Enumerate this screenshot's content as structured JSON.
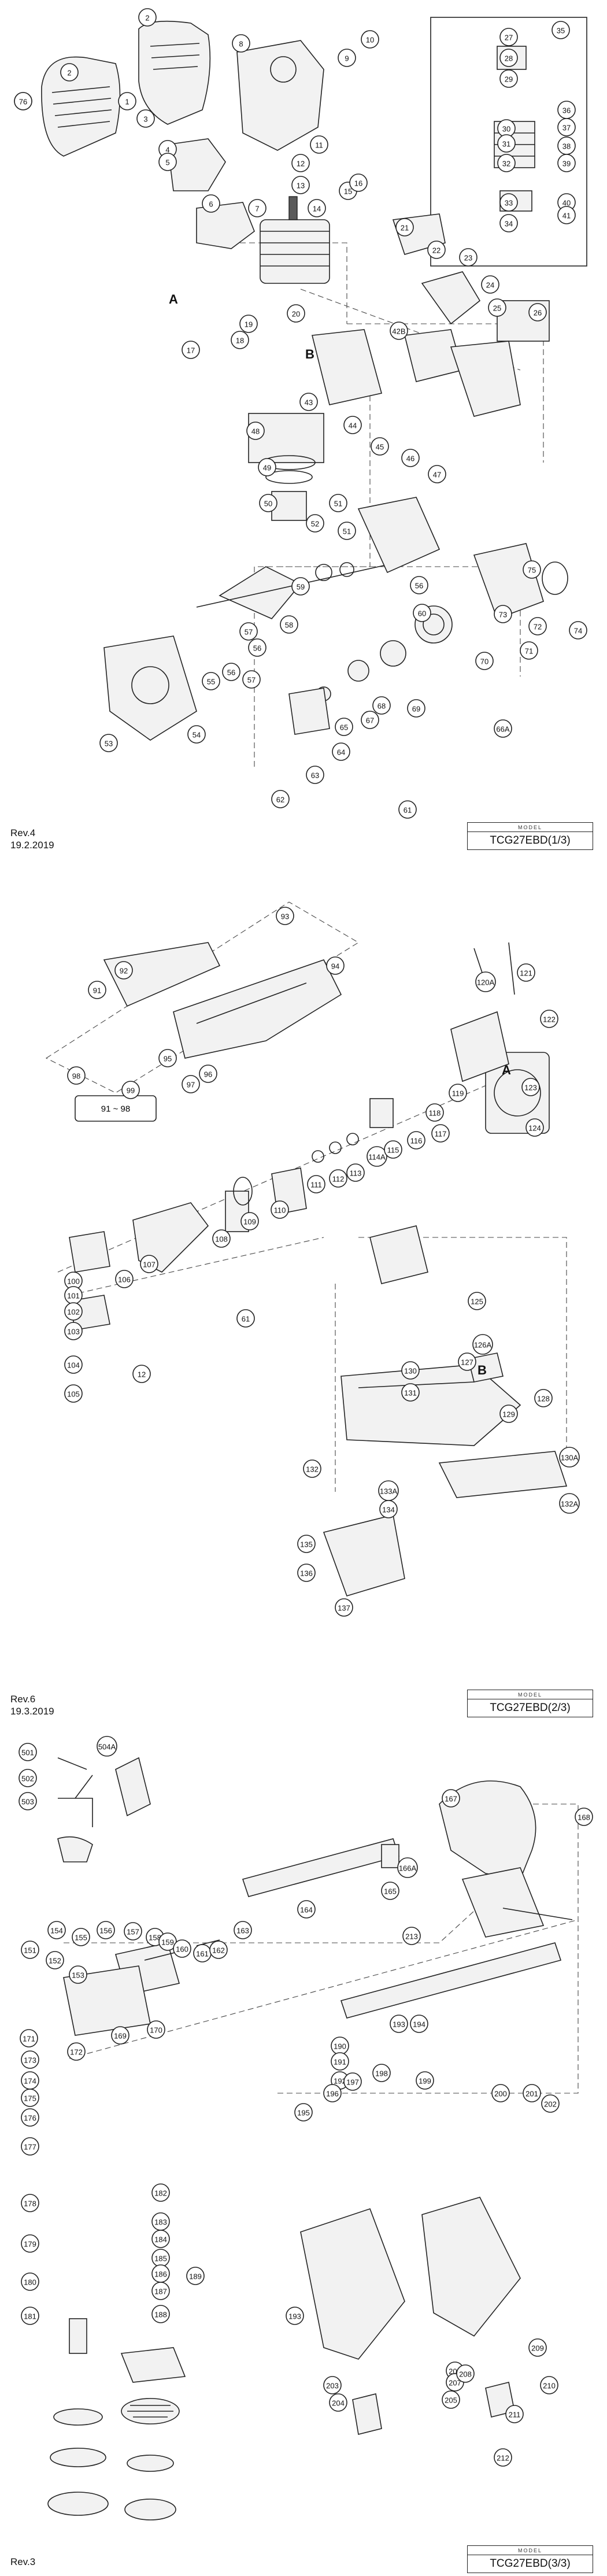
{
  "sheets": [
    {
      "revision": "Rev.4",
      "date": "19.2.2019",
      "model_label": "MODEL",
      "model": "TCG27EBD(1/3)",
      "letters": [
        "A",
        "B"
      ],
      "callouts": [
        "1",
        "1",
        "2",
        "2",
        "3",
        "4",
        "5",
        "6",
        "7",
        "8",
        "9",
        "10",
        "11",
        "12",
        "13",
        "14",
        "15",
        "16",
        "17",
        "18",
        "19",
        "20",
        "21",
        "22",
        "23",
        "24",
        "25",
        "26",
        "27",
        "28",
        "29",
        "30",
        "31",
        "32",
        "33",
        "34",
        "35",
        "36",
        "37",
        "38",
        "39",
        "40",
        "41",
        "42B",
        "43",
        "44",
        "45",
        "46",
        "47",
        "48",
        "49",
        "50",
        "51",
        "51",
        "52",
        "53",
        "54",
        "55",
        "56",
        "56",
        "56",
        "57",
        "57",
        "58",
        "59",
        "60",
        "61",
        "62",
        "63",
        "64",
        "65",
        "66A",
        "67",
        "68",
        "69",
        "70",
        "71",
        "72",
        "73",
        "74",
        "75",
        "76"
      ]
    },
    {
      "revision": "Rev.6",
      "date": "19.3.2019",
      "model_label": "MODEL",
      "model": "TCG27EBD(2/3)",
      "letters": [
        "A",
        "B"
      ],
      "range_note": "91 ~ 98",
      "callouts": [
        "91",
        "92",
        "93",
        "94",
        "95",
        "96",
        "97",
        "98",
        "99",
        "100",
        "101",
        "102",
        "103",
        "104",
        "105",
        "106",
        "107",
        "108",
        "109",
        "110",
        "111",
        "112",
        "113",
        "114A",
        "115",
        "116",
        "117",
        "118",
        "119",
        "120A",
        "121",
        "122",
        "123",
        "124",
        "125",
        "126A",
        "127",
        "128",
        "129",
        "130",
        "130A",
        "131",
        "132",
        "132A",
        "133A",
        "134",
        "135",
        "136",
        "137",
        "61",
        "12"
      ]
    },
    {
      "revision": "Rev.3",
      "date": "",
      "model_label": "MODEL",
      "model": "TCG27EBD(3/3)",
      "callouts": [
        "501",
        "502",
        "503",
        "504A",
        "151",
        "152",
        "153",
        "154",
        "155",
        "156",
        "157",
        "158",
        "159",
        "160",
        "161",
        "162",
        "163",
        "164",
        "165",
        "166A",
        "167",
        "168",
        "169",
        "170",
        "171",
        "172",
        "173",
        "174",
        "175",
        "176",
        "177",
        "178",
        "179",
        "180",
        "181",
        "182",
        "183",
        "184",
        "185",
        "186",
        "187",
        "188",
        "189",
        "190",
        "191",
        "192",
        "193",
        "193",
        "194",
        "195",
        "196",
        "197",
        "198",
        "199",
        "200",
        "201",
        "202",
        "203",
        "204",
        "205",
        "206",
        "207",
        "208",
        "209",
        "210",
        "211",
        "212",
        "213"
      ]
    }
  ]
}
